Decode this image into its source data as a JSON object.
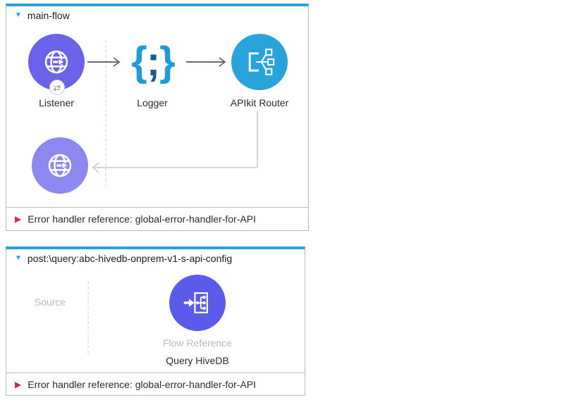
{
  "colors": {
    "flow_accent_bar": "#2b9fe0",
    "collapse_triangle": "#2e9bdf",
    "listener_purple": "#6a63e8",
    "response_faded_purple": "#8d88ef",
    "apikit_blue": "#29a3dc",
    "logger_brace_blue": "#1e9cd8",
    "logger_semicolon_navy": "#1c5a8c",
    "flow_reference_purple": "#5a5be8",
    "error_marker_red": "#c9304e",
    "muted_label_gray": "#b9b9b9"
  },
  "icons": {
    "collapse": "▼",
    "error_marker": "▶",
    "exchange_badge": "⇄",
    "logger_open_brace": "{",
    "logger_semicolon": ";",
    "logger_close_brace": "}"
  },
  "flows": [
    {
      "title": "main-flow",
      "nodes": {
        "listener": {
          "label": "Listener"
        },
        "logger": {
          "label": "Logger"
        },
        "apikit": {
          "label": "APIkit Router"
        }
      },
      "error_handler": "Error handler reference: global-error-handler-for-API"
    },
    {
      "title": "post:\\query:abc-hivedb-onprem-v1-s-api-config",
      "source_label": "Source",
      "node": {
        "sublabel": "Flow Reference",
        "label": "Query HiveDB"
      },
      "error_handler": "Error handler reference: global-error-handler-for-API"
    }
  ]
}
